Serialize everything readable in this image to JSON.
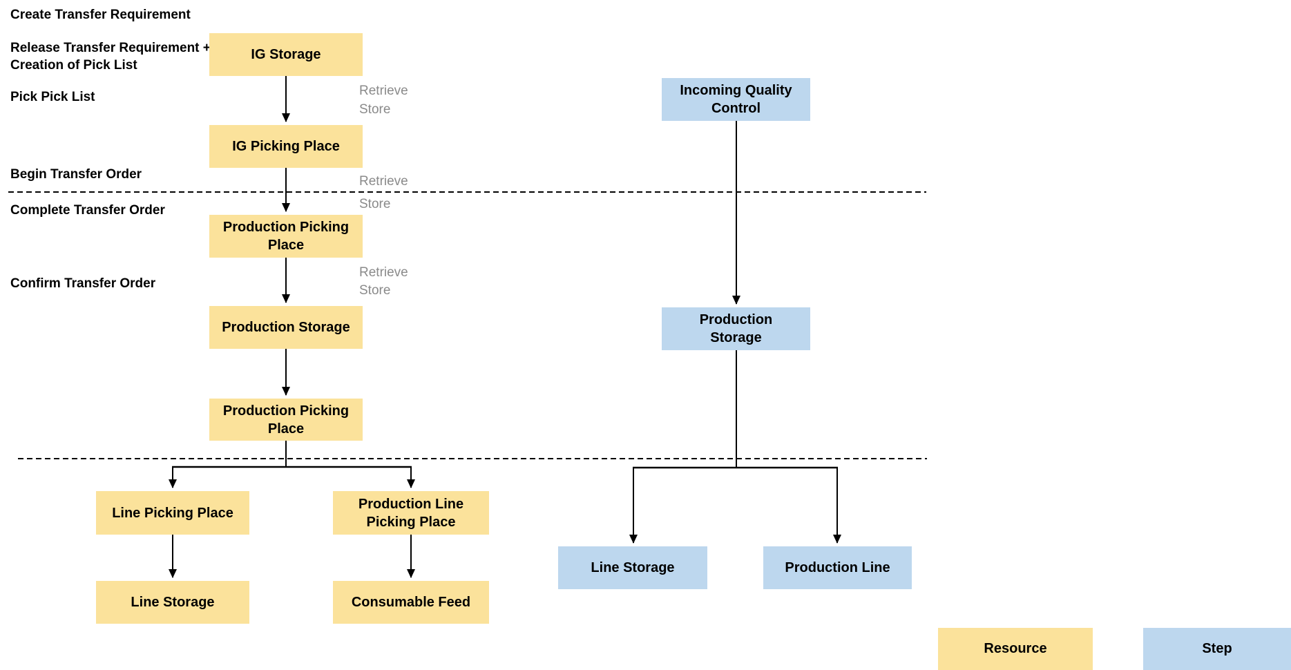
{
  "diagram_title": "",
  "colors": {
    "resource_fill": "#FBE29B",
    "step_fill": "#BDD7EE",
    "connector": "#000000",
    "edge_label_text": "#8A8A8A",
    "text": "#000000",
    "background": "#FFFFFF"
  },
  "phase_labels": [
    {
      "text": "Create Transfer Requirement"
    },
    {
      "text": "Release Transfer Requirement +\nCreation of Pick List"
    },
    {
      "text": "Pick Pick List"
    },
    {
      "text": "Begin Transfer Order"
    },
    {
      "text": "Complete Transfer Order"
    },
    {
      "text": "Confirm Transfer Order"
    }
  ],
  "nodes": {
    "resources": [
      {
        "label": "IG Storage"
      },
      {
        "label": "IG Picking Place"
      },
      {
        "label": "Production Picking\nPlace"
      },
      {
        "label": "Production Storage"
      },
      {
        "label": "Production Picking\nPlace"
      },
      {
        "label": "Line Picking Place"
      },
      {
        "label": "Line Storage"
      },
      {
        "label": "Production Line\nPicking Place"
      },
      {
        "label": "Consumable Feed"
      }
    ],
    "steps": [
      {
        "label": "Incoming Quality\nControl"
      },
      {
        "label": "Production\nStorage"
      },
      {
        "label": "Line Storage"
      },
      {
        "label": "Production Line"
      }
    ]
  },
  "edge_labels": [
    {
      "text": "Retrieve"
    },
    {
      "text": "Store"
    },
    {
      "text": "Retrieve"
    },
    {
      "text": "Store"
    },
    {
      "text": "Retrieve"
    },
    {
      "text": "Store"
    }
  ],
  "legend": {
    "resource_label": "Resource",
    "step_label": "Step"
  }
}
